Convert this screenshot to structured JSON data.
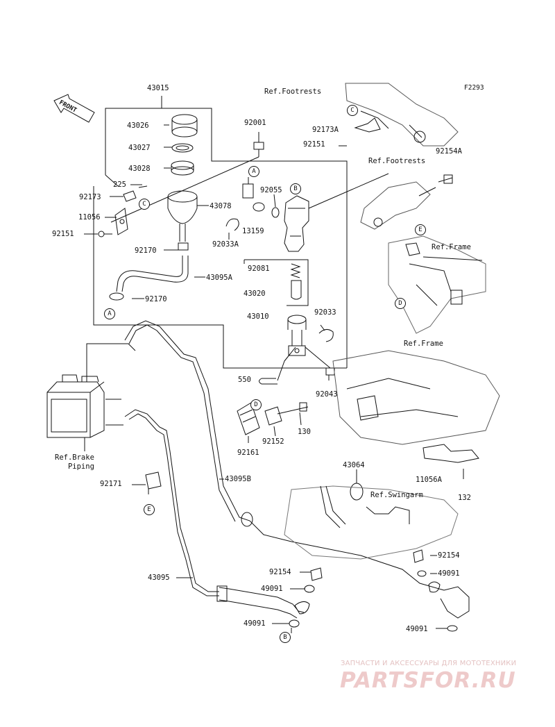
{
  "diagram_code": "F2293",
  "front_label": "FRONT",
  "watermark": {
    "tagline": "ЗАПЧАСТИ И АКСЕССУАРЫ ДЛЯ МОТОТЕХНИКИ",
    "logo": "PARTSFOR.RU"
  },
  "references": {
    "footrests_1": "Ref.Footrests",
    "footrests_2": "Ref.Footrests",
    "frame_1": "Ref.Frame",
    "frame_2": "Ref.Frame",
    "brake_piping": "Ref.Brake\n   Piping",
    "swingarm": "Ref.Swingarm"
  },
  "part_numbers": {
    "p43015": "43015",
    "p43026": "43026",
    "p43027": "43027",
    "p43028": "43028",
    "p225": "225",
    "p92173": "92173",
    "p11056": "11056",
    "p92151": "92151",
    "p43078": "43078",
    "p92170a": "92170",
    "p43095A": "43095A",
    "p92170b": "92170",
    "p92001": "92001",
    "p92055": "92055",
    "p13159": "13159",
    "p92033A": "92033A",
    "p92081": "92081",
    "p43020": "43020",
    "p43010": "43010",
    "p92033": "92033",
    "p550": "550",
    "p92043": "92043",
    "p130": "130",
    "p92152": "92152",
    "p92161": "92161",
    "p92173A": "92173A",
    "p92151b": "92151",
    "p92154A": "92154A",
    "p43064": "43064",
    "p11056A": "11056A",
    "p132": "132",
    "p92171": "92171",
    "p43095B": "43095B",
    "p43095": "43095",
    "p92154": "92154",
    "p49091a": "49091",
    "p92154b": "92154",
    "p49091b": "49091",
    "p49091c": "49091",
    "p49091d": "49091"
  },
  "callouts": {
    "c1": "C",
    "c2": "C",
    "a1": "A",
    "a2": "A",
    "b1": "B",
    "b2": "B",
    "d1": "D",
    "d2": "D",
    "e1": "E",
    "e2": "E"
  }
}
